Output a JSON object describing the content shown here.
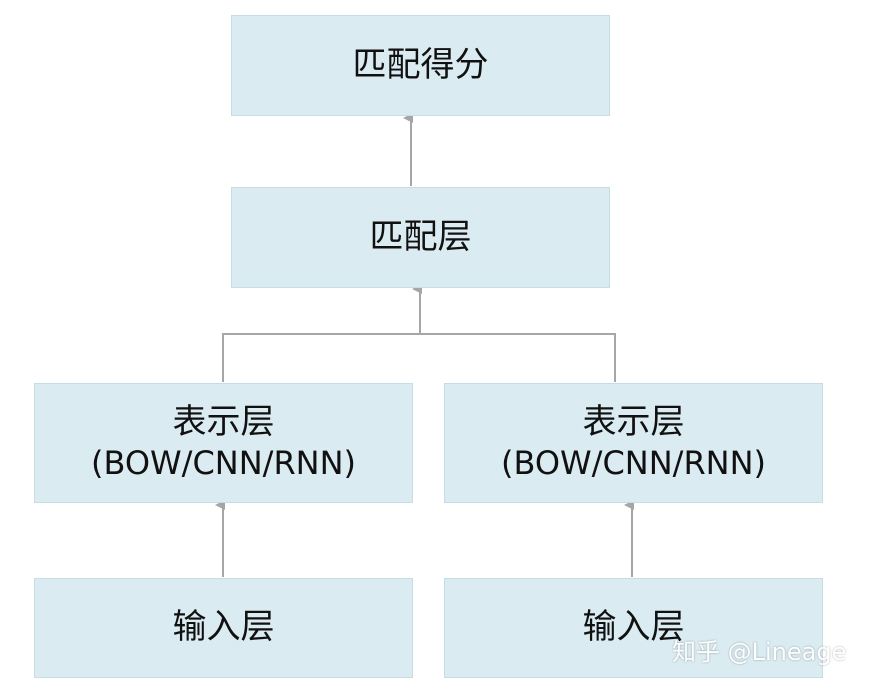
{
  "diagram": {
    "score": {
      "label": "匹配得分"
    },
    "match_layer": {
      "label": "匹配层"
    },
    "representation_left": {
      "label": "表示层",
      "sublabel": "(BOW/CNN/RNN)"
    },
    "representation_right": {
      "label": "表示层",
      "sublabel": "(BOW/CNN/RNN)"
    },
    "input_left": {
      "label": "输入层"
    },
    "input_right": {
      "label": "输入层"
    },
    "edges": [
      {
        "from": "input_left",
        "to": "representation_left"
      },
      {
        "from": "input_right",
        "to": "representation_right"
      },
      {
        "from": "representation_left",
        "to": "match_layer"
      },
      {
        "from": "representation_right",
        "to": "match_layer"
      },
      {
        "from": "match_layer",
        "to": "score"
      }
    ]
  },
  "watermark": "知乎 @Lineage",
  "colors": {
    "box_fill": "#daebf1",
    "box_border": "#c7dde6",
    "connector": "#a6a6a6",
    "text": "#111111"
  }
}
